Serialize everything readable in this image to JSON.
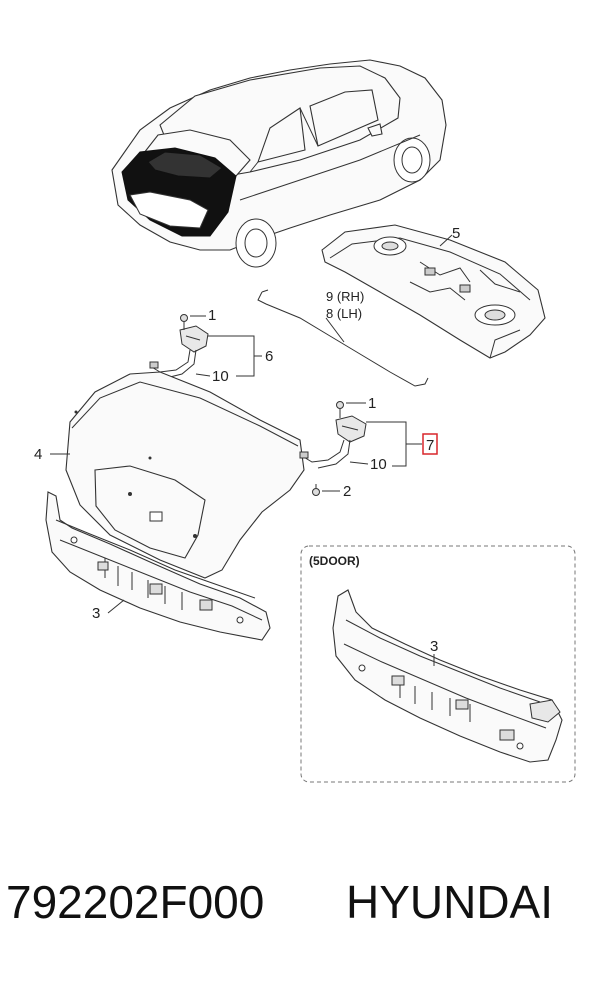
{
  "callouts": {
    "c1_upper": "1",
    "c2_upper": "2",
    "c6": "6",
    "c10_upper": "10",
    "c9": "9 (RH)",
    "c8": "8 (LH)",
    "c5": "5",
    "c4": "4",
    "c1_lower": "1",
    "c7": "7",
    "c10_lower": "10",
    "c2_lower": "2",
    "c3_main": "3",
    "c3_inset": "3"
  },
  "inset": {
    "title": "(5DOOR)"
  },
  "caption": {
    "part_number": "792202F000",
    "brand": "HYUNDAI"
  },
  "colors": {
    "highlight": "#d9262b",
    "line": "#333333"
  }
}
